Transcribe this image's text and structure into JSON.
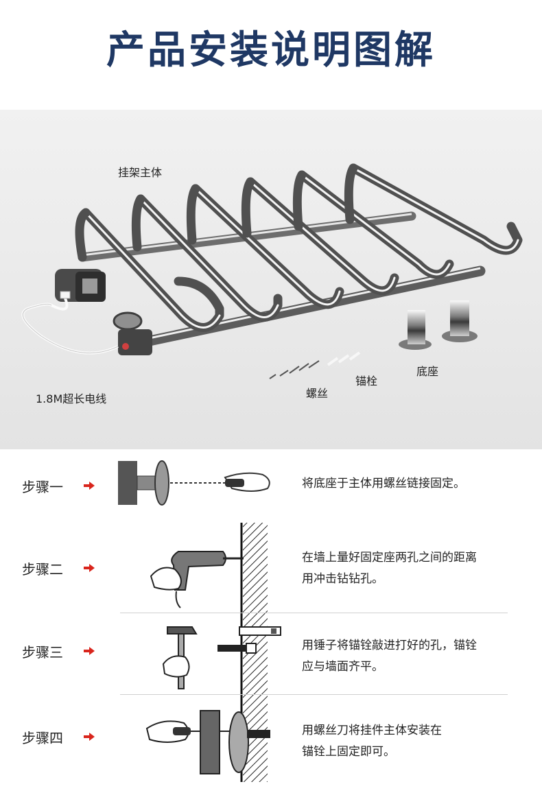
{
  "title": "产品安装说明图解",
  "photo_labels": {
    "main_body": "挂架主体",
    "cable": "1.8M超长电线",
    "screws": "螺丝",
    "anchors": "锚栓",
    "base": "底座"
  },
  "steps": [
    {
      "label": "步骤一",
      "desc_lines": [
        "将底座于主体用螺丝链接固定。"
      ]
    },
    {
      "label": "步骤二",
      "desc_lines": [
        "在墙上量好固定座两孔之间的距离",
        "用冲击钻钻孔。"
      ]
    },
    {
      "label": "步骤三",
      "desc_lines": [
        "用锤子将锚铨敲进打好的孔，锚铨",
        "应与墙面齐平。"
      ]
    },
    {
      "label": "步骤四",
      "desc_lines": [
        "用螺丝刀将挂件主体安装在",
        "锚铨上固定即可。"
      ]
    }
  ],
  "colors": {
    "title": "#1f3864",
    "arrow": "#d9251c"
  }
}
